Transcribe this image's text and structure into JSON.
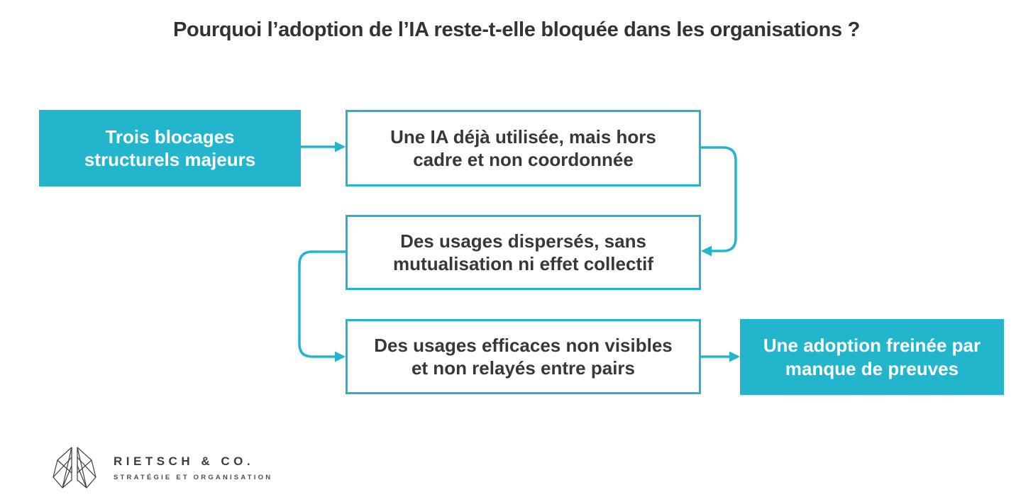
{
  "title": "Pourquoi l’adoption de l’IA reste-t-elle bloquée dans les organisations ?",
  "colors": {
    "teal": "#22b5cc",
    "text_dark": "#383838",
    "logo_dark": "#3a3e44",
    "background": "#ffffff"
  },
  "diagram": {
    "source": {
      "label": "Trois blocages\nstructurels majeurs"
    },
    "causes": [
      {
        "label": "Une IA déjà utilisée, mais hors\ncadre et non coordonnée"
      },
      {
        "label": "Des usages dispersés, sans\nmutualisation ni effet collectif"
      },
      {
        "label": "Des usages efficaces non visibles\net non relayés entre pairs"
      }
    ],
    "outcome": {
      "label": "Une adoption freinée par\nmanque de preuves"
    },
    "edges": [
      {
        "from": "Trois blocages structurels majeurs",
        "to": "Une IA déjà utilisée, mais hors cadre et non coordonnée"
      },
      {
        "from": "Une IA déjà utilisée, mais hors cadre et non coordonnée",
        "to": "Des usages dispersés, sans mutualisation ni effet collectif"
      },
      {
        "from": "Des usages dispersés, sans mutualisation ni effet collectif",
        "to": "Des usages efficaces non visibles et non relayés entre pairs"
      },
      {
        "from": "Des usages efficaces non visibles et non relayés entre pairs",
        "to": "Une adoption freinée par manque de preuves"
      }
    ]
  },
  "logo": {
    "name": "RIETSCH & CO.",
    "tagline": "STRATÉGIE ET ORGANISATION"
  }
}
